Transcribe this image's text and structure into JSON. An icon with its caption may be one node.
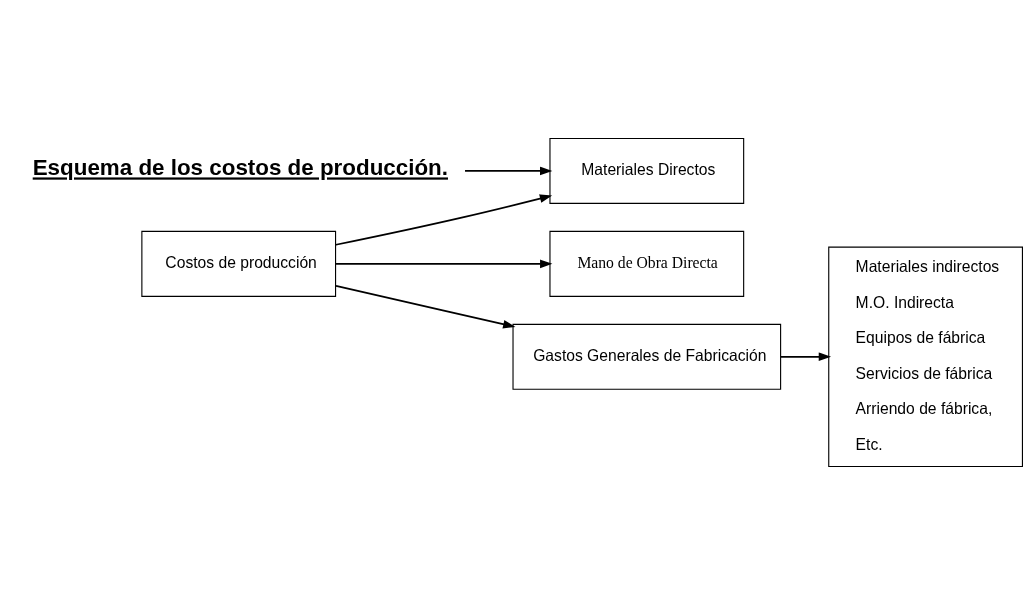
{
  "diagram": {
    "nodes": [
      {
        "text": [
          "Esquema de los costos de producción."
        ]
      },
      {
        "text": [
          "Costos de producción"
        ]
      },
      {
        "text": [
          "Materiales Directos"
        ]
      },
      {
        "text": [
          "Mano de Obra Directa"
        ]
      },
      {
        "text": [
          "Gastos Generales de Fabricación"
        ]
      },
      {
        "text": [
          "Materiales indirectos",
          "M.O. Indirecta",
          "Equipos de fábrica",
          "Servicios de fábrica",
          "Arriendo de fábrica,",
          "Etc."
        ]
      }
    ],
    "edges": [
      {
        "from": 0,
        "to": 2,
        "arrow": "to"
      },
      {
        "from": 1,
        "to": 2,
        "arrow": "to"
      },
      {
        "from": 1,
        "to": 3,
        "arrow": "to"
      },
      {
        "from": 1,
        "to": 4,
        "arrow": "to"
      },
      {
        "from": 4,
        "to": 5,
        "arrow": "to"
      }
    ]
  }
}
